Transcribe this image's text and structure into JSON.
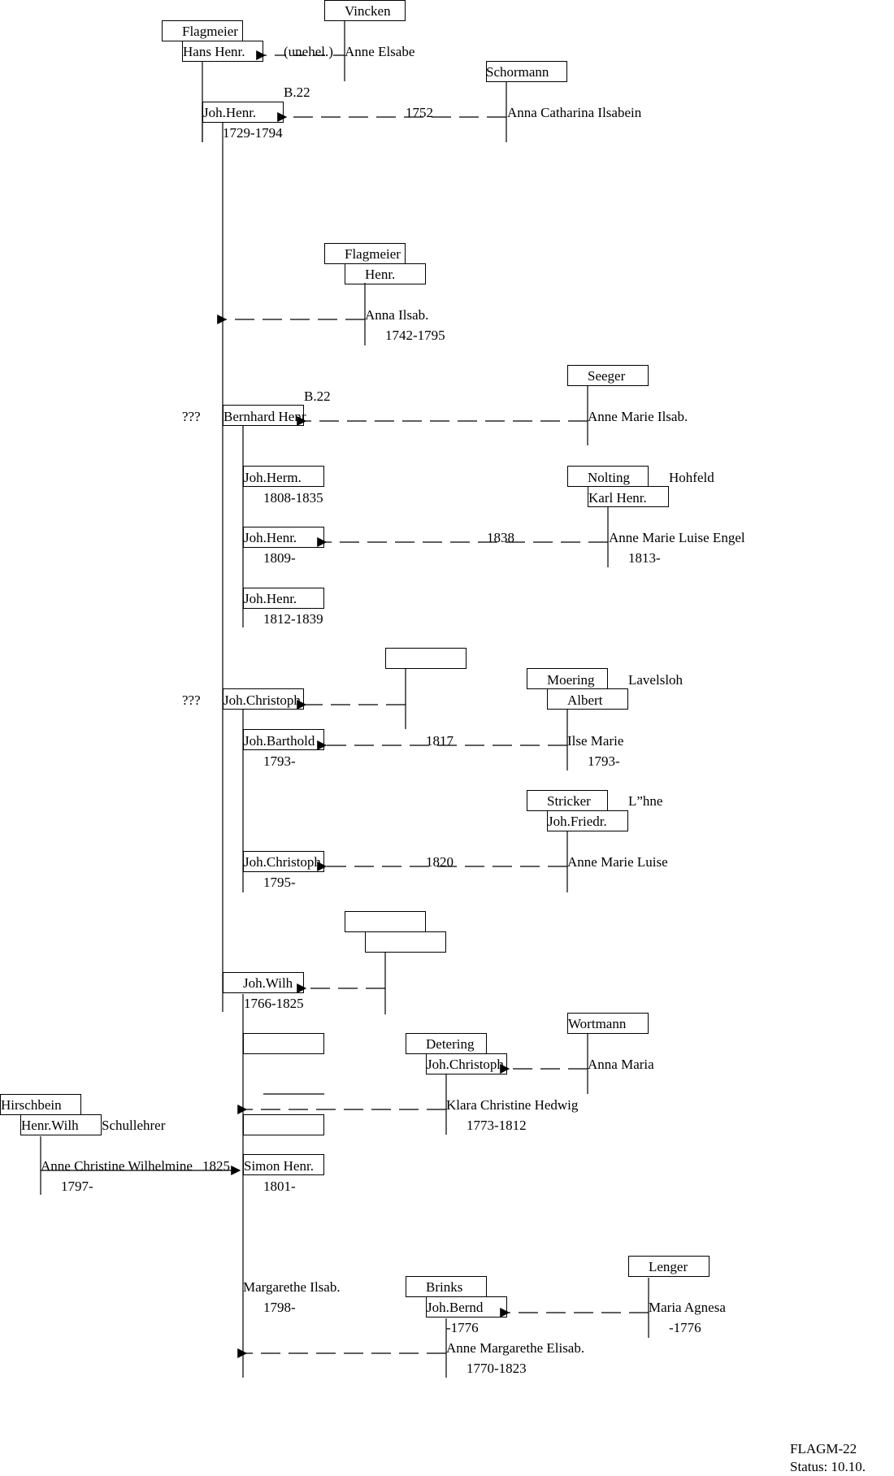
{
  "diagram_type": "family-tree",
  "colors": {
    "line": "#000000",
    "background": "#ffffff",
    "text": "#000000"
  },
  "footer": {
    "code": "FLAGM-22",
    "status": "Status: 10.10."
  },
  "families": [
    {
      "surname": "Vincken",
      "first": "Anne Elsabe",
      "note": "(unehel.)"
    },
    {
      "surname": "Flagmeier",
      "first": "Hans Henr."
    },
    {
      "surname": "Schormann",
      "first": "Anna Catharina Ilsabein"
    }
  ],
  "persons": {
    "joh_henr_1729": {
      "name": "Joh.Henr.",
      "dates": "1729-1794",
      "ref": "B.22"
    },
    "marriage_1752": "1752",
    "flagmeier_henr": {
      "surname": "Flagmeier",
      "first": "Henr.",
      "spouse": "Anna Ilsab.",
      "spouse_dates": "1742-1795"
    },
    "bernhard": {
      "prefix": "???",
      "name": "Bernhard Henr",
      "ref": "B.22"
    },
    "seeger": {
      "surname": "Seeger",
      "spouse": "Anne Marie Ilsab."
    },
    "joh_herm": {
      "name": "Joh.Herm.",
      "dates": "1808-1835"
    },
    "joh_henr_1809": {
      "name": "Joh.Henr.",
      "dates": "1809-",
      "marriage": "1838"
    },
    "nolting": {
      "surname": "Nolting",
      "place": "Hohfeld",
      "first": "Karl Henr.",
      "daughter": "Anne Marie Luise Engel",
      "daughter_dates": "1813-"
    },
    "joh_henr_1812": {
      "name": "Joh.Henr.",
      "dates": "1812-1839"
    },
    "joh_christoph": {
      "prefix": "???",
      "name": "Joh.Christoph"
    },
    "moering": {
      "surname": "Moering",
      "place": "Lavelsloh",
      "first": "Albert",
      "daughter": "Ilse Marie",
      "daughter_dates": "1793-"
    },
    "joh_barthold": {
      "name": "Joh.Barthold",
      "dates": "1793-",
      "marriage": "1817"
    },
    "stricker": {
      "surname": "Stricker",
      "place": "L”hne",
      "first": "Joh.Friedr.",
      "daughter": "Anne Marie Luise"
    },
    "joh_christoph_1795": {
      "name": "Joh.Christoph",
      "dates": "1795-",
      "marriage": "1820"
    },
    "joh_wilh": {
      "name": "Joh.Wilh",
      "dates": "1766-1825"
    },
    "wortmann": {
      "surname": "Wortmann",
      "spouse": "Anna Maria"
    },
    "detering": {
      "surname": "Detering",
      "first": "Joh.Christoph",
      "daughter": "Klara Christine Hedwig",
      "daughter_dates": "1773-1812"
    },
    "hirschbein": {
      "surname": "Hirschbein",
      "first": "Henr.Wilh",
      "occupation": "Schullehrer",
      "daughter": "Anne Christine Wilhelmine",
      "daughter_dates": "1797-",
      "marriage": "1825"
    },
    "simon_henr": {
      "name": "Simon Henr.",
      "dates": "1801-"
    },
    "margarethe": {
      "name": "Margarethe Ilsab.",
      "dates": "1798-"
    },
    "brinks": {
      "surname": "Brinks",
      "first": "Joh.Bernd",
      "dates": "-1776",
      "daughter": "Anne Margarethe Elisab.",
      "daughter_dates": "1770-1823"
    },
    "lenger": {
      "surname": "Lenger",
      "spouse": "Maria Agnesa",
      "spouse_dates": "-1776"
    }
  }
}
